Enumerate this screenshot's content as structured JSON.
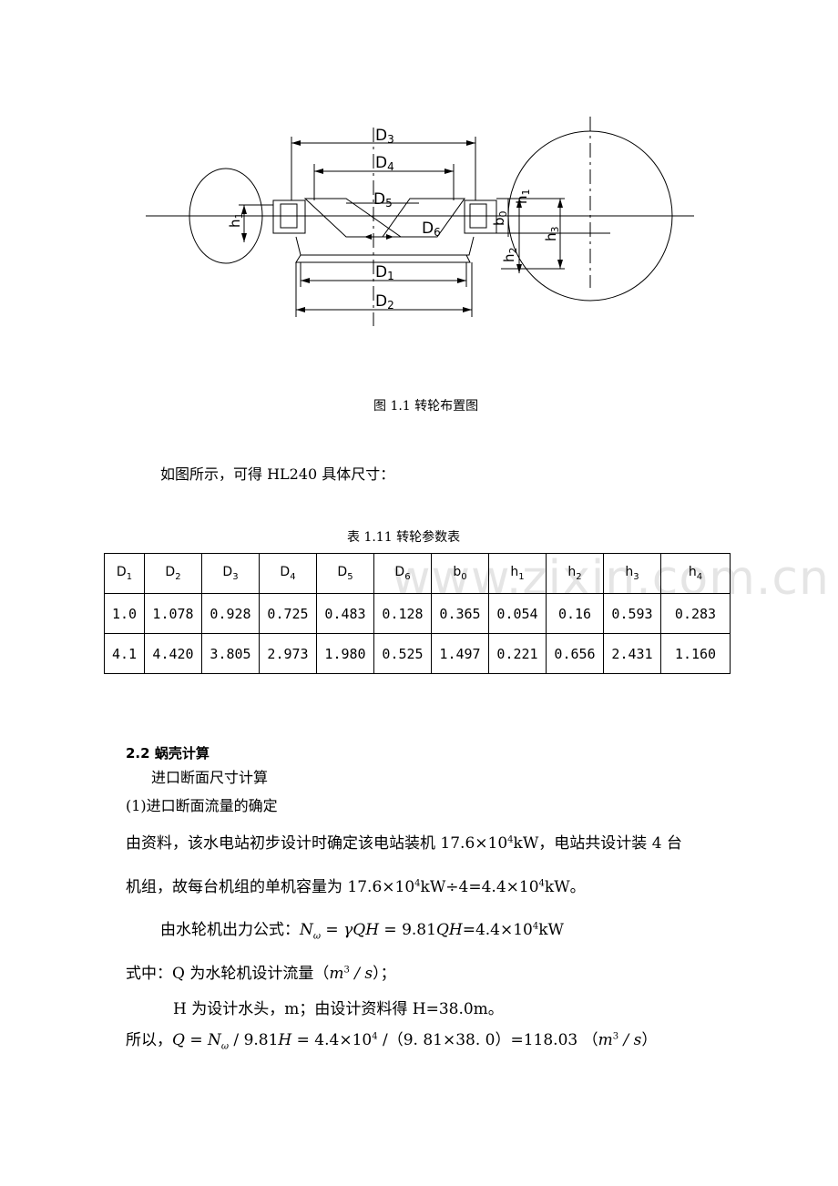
{
  "diagram": {
    "labels": {
      "D1": "1",
      "D2": "2",
      "D3": "3",
      "D4": "4",
      "D5": "5",
      "D6": "6",
      "b0": "0",
      "h1": "1",
      "h2": "2",
      "h3": "3"
    }
  },
  "figure_caption": "图 1.1    转轮布置图",
  "intro": "如图所示，可得 HL240 具体尺寸：",
  "table_caption": "表 1.11  转轮参数表",
  "table": {
    "headers": [
      {
        "base": "D",
        "sub": "1"
      },
      {
        "base": "D",
        "sub": "2"
      },
      {
        "base": "D",
        "sub": "3"
      },
      {
        "base": "D",
        "sub": "4"
      },
      {
        "base": "D",
        "sub": "5"
      },
      {
        "base": "D",
        "sub": "6"
      },
      {
        "base": "b",
        "sub": "0"
      },
      {
        "base": "h",
        "sub": "1"
      },
      {
        "base": "h",
        "sub": "2"
      },
      {
        "base": "h",
        "sub": "3"
      },
      {
        "base": "h",
        "sub": "4"
      }
    ],
    "rows": [
      [
        "1.0",
        "1.078",
        "0.928",
        "0.725",
        "0.483",
        "0.128",
        "0.365",
        "0.054",
        "0.16",
        "0.593",
        "0.283"
      ],
      [
        "4.1",
        "4.420",
        "3.805",
        "2.973",
        "1.980",
        "0.525",
        "1.497",
        "0.221",
        "0.656",
        "2.431",
        "1.160"
      ]
    ]
  },
  "watermark": "www.zixin.com.cn",
  "section": {
    "number": "2.2",
    "title": "蜗壳计算"
  },
  "subheading": "进口断面尺寸计算",
  "item1": "(1)进口断面流量的确定",
  "para1": {
    "a": "由资料，该水电站初步设计时确定该电站装机 17.6×10",
    "sup": "4",
    "b": "kW，电站共设计装 4 台"
  },
  "para2": {
    "a": "机组，故每台机组的单机容量为 17.6×10",
    "sup1": "4",
    "b": "kW÷4=4.4×10",
    "sup2": "4",
    "c": "kW。"
  },
  "formula1": {
    "lead": "由水轮机出力公式：",
    "N": "N",
    "Nsub": "ω",
    "eq1": " = ",
    "gamma": "γ",
    "QH": "QH",
    "eq2": " = 9.81",
    "QH2": "QH",
    "tail": "=4.4×10",
    "sup": "4",
    "unit": "kW"
  },
  "where": {
    "lead": "式中：Q 为水轮机设计流量（",
    "m": "m",
    "sup": "3",
    "s": " / s",
    "close": "）；"
  },
  "hline": "H 为设计水头，m；由设计资料得 H=38.0m。",
  "result": {
    "lead": "所以，",
    "Q": "Q",
    "eq": " = ",
    "N": "N",
    "Nsub": "ω",
    "mid": " / 9.81",
    "H": "H",
    "val": " = 4.4×10",
    "sup": "4",
    "den": " /（9. 81×38. 0）=118.03 （",
    "m": "m",
    "msup": "3",
    "s": " / s",
    "close": "）"
  }
}
